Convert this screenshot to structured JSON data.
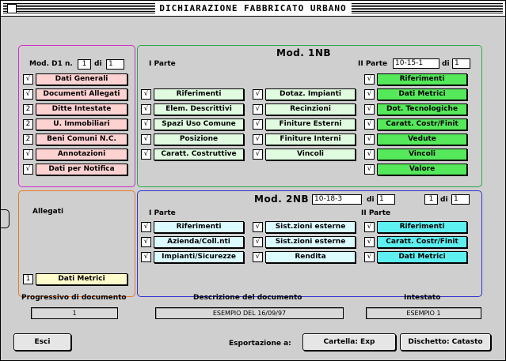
{
  "window": {
    "title": "DICHIARAZIONE FABBRICATO URBANO"
  },
  "mod_d1": {
    "label": "Mod. D1 n.",
    "n_value": "1",
    "di_label": "di",
    "di_value": "1",
    "items": [
      {
        "check": "√",
        "label": "Dati Generali"
      },
      {
        "check": "√",
        "label": "Documenti Allegati"
      },
      {
        "check": "2",
        "label": "Ditte Intestate"
      },
      {
        "check": "2",
        "label": "U. Immobiliari"
      },
      {
        "check": "2",
        "label": "Beni Comuni N.C."
      },
      {
        "check": "√",
        "label": "Annotazioni"
      },
      {
        "check": "√",
        "label": "Dati per Notifica"
      }
    ]
  },
  "mod_1nb": {
    "title": "Mod. 1NB",
    "parte1_label": "I Parte",
    "parte2_label": "II Parte",
    "parte2_value": "10-15-1",
    "di_label": "di",
    "di_value": "1",
    "col1": [
      {
        "check": "√",
        "label": "Riferimenti"
      },
      {
        "check": "√",
        "label": "Elem. Descrittivi"
      },
      {
        "check": "√",
        "label": "Spazi Uso Comune"
      },
      {
        "check": "√",
        "label": "Posizione"
      },
      {
        "check": "√",
        "label": "Caratt. Costruttive"
      }
    ],
    "col2": [
      {
        "check": "√",
        "label": "Dotaz. Impianti"
      },
      {
        "check": "√",
        "label": "Recinzioni"
      },
      {
        "check": "√",
        "label": "Finiture Esterni"
      },
      {
        "check": "√",
        "label": "Finiture Interni"
      },
      {
        "check": "√",
        "label": "Vincoli"
      }
    ],
    "col3": [
      {
        "check": "√",
        "label": "Riferimenti"
      },
      {
        "check": "√",
        "label": "Dati Metrici"
      },
      {
        "check": "√",
        "label": "Dot. Tecnologiche"
      },
      {
        "check": "√",
        "label": "Caratt. Costr/Finit"
      },
      {
        "check": "√",
        "label": "Vedute"
      },
      {
        "check": "√",
        "label": "Vincoli"
      },
      {
        "check": "√",
        "label": "Valore"
      }
    ]
  },
  "allegati": {
    "title": "Allegati",
    "item": {
      "check": "1",
      "label": "Dati Metrici"
    }
  },
  "mod_2nb": {
    "title": "Mod. 2NB",
    "code": "10-18-3",
    "di_label": "di",
    "di_value": "1",
    "page_value": "1",
    "page_di_label": "di",
    "page_di_value": "1",
    "parte1_label": "I Parte",
    "parte2_label": "II Parte",
    "col1": [
      {
        "check": "√",
        "label": "Riferimenti"
      },
      {
        "check": "√",
        "label": "Azienda/Coll.nti"
      },
      {
        "check": "√",
        "label": "Impianti/Sicurezze"
      }
    ],
    "col2": [
      {
        "check": "√",
        "label": "Sist.zioni esterne"
      },
      {
        "check": "√",
        "label": "Sist.zioni esterne"
      },
      {
        "check": "√",
        "label": "Rendita"
      }
    ],
    "col3": [
      {
        "check": "√",
        "label": "Riferimenti"
      },
      {
        "check": "√",
        "label": "Caratt. Costr/Finit"
      },
      {
        "check": "√",
        "label": "Dati Metrici"
      }
    ]
  },
  "footer_fields": {
    "progressivo_label": "Progressivo di documento",
    "progressivo_value": "1",
    "descrizione_label": "Descrizione del documento",
    "descrizione_value": "ESEMPIO DEL  16/09/97",
    "intestato_label": "Intestato",
    "intestato_value": "ESEMPIO 1"
  },
  "bottom": {
    "esci_label": "Esci",
    "esportazione_label": "Esportazione a:",
    "cartella_label": "Cartella: Exp",
    "dischetto_label": "Dischetto: Catasto"
  },
  "colors": {
    "mod_d1_border": "#d22cc9",
    "mod_1nb_border": "#2aa84a",
    "allegati_border": "#ea7a26",
    "mod_2nb_border": "#3430d4",
    "pink_button": "#ffd2d2",
    "light_green_button": "#e1fbe1",
    "green_button": "#54e85a",
    "light_cyan_button": "#dcfbff",
    "cyan_button": "#5ef0f0",
    "yellow_button": "#fffccc"
  }
}
